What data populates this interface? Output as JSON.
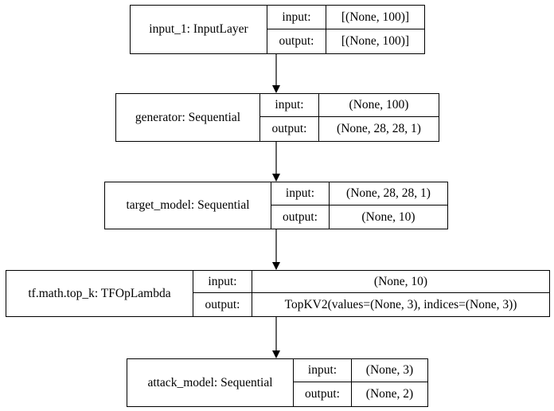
{
  "nodes": [
    {
      "title": "input_1: InputLayer",
      "input_label": "input:",
      "input_value": "[(None, 100)]",
      "output_label": "output:",
      "output_value": "[(None, 100)]"
    },
    {
      "title": "generator: Sequential",
      "input_label": "input:",
      "input_value": "(None, 100)",
      "output_label": "output:",
      "output_value": "(None, 28, 28, 1)"
    },
    {
      "title": "target_model: Sequential",
      "input_label": "input:",
      "input_value": "(None, 28, 28, 1)",
      "output_label": "output:",
      "output_value": "(None, 10)"
    },
    {
      "title": "tf.math.top_k: TFOpLambda",
      "input_label": "input:",
      "input_value": "(None, 10)",
      "output_label": "output:",
      "output_value": "TopKV2(values=(None, 3), indices=(None, 3))"
    },
    {
      "title": "attack_model: Sequential",
      "input_label": "input:",
      "input_value": "(None, 3)",
      "output_label": "output:",
      "output_value": "(None, 2)"
    }
  ],
  "edges": [
    {
      "from": "input_1: InputLayer",
      "to": "generator: Sequential"
    },
    {
      "from": "generator: Sequential",
      "to": "target_model: Sequential"
    },
    {
      "from": "target_model: Sequential",
      "to": "tf.math.top_k: TFOpLambda"
    },
    {
      "from": "tf.math.top_k: TFOpLambda",
      "to": "attack_model: Sequential"
    }
  ]
}
